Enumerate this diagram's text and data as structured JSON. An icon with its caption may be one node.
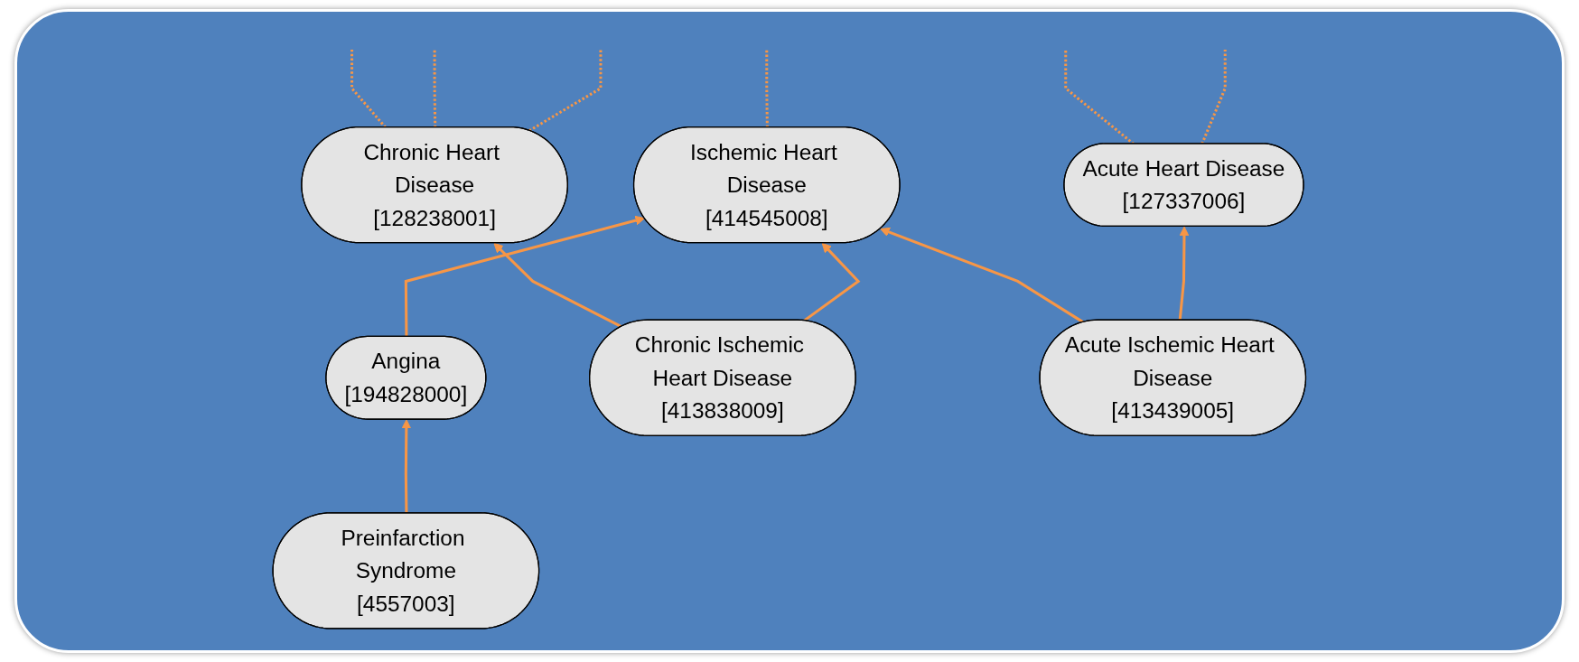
{
  "diagram": {
    "nodes": [
      {
        "text": [
          "Acute Heart Disease",
          "[127337006]"
        ]
      },
      {
        "text": [
          "Ischemic Heart Disease",
          "[414545008]"
        ]
      },
      {
        "text": [
          "Chronic Heart Disease",
          "[128238001]"
        ]
      },
      {
        "text": [
          "Angina",
          "[194828000]"
        ]
      },
      {
        "text": [
          "Chronic Ischemic Heart Disease",
          "[413838009]"
        ]
      },
      {
        "text": [
          "Acute Ischemic Heart Disease",
          "[413439005]"
        ]
      },
      {
        "text": [
          "Preinfarction Syndrome",
          "[4557003]"
        ]
      }
    ],
    "edges": [
      {
        "from": null,
        "to": 0,
        "arrow": "none",
        "style": "dashed"
      },
      {
        "from": null,
        "to": 0,
        "arrow": "none",
        "style": "dashed"
      },
      {
        "from": null,
        "to": 1,
        "arrow": "none",
        "style": "dashed"
      },
      {
        "from": null,
        "to": 2,
        "arrow": "none",
        "style": "dashed"
      },
      {
        "from": null,
        "to": 2,
        "arrow": "none",
        "style": "dashed"
      },
      {
        "from": null,
        "to": 2,
        "arrow": "none",
        "style": "dashed"
      },
      {
        "from": 5,
        "to": 0,
        "arrow": "to"
      },
      {
        "from": 5,
        "to": 1,
        "arrow": "to"
      },
      {
        "from": 3,
        "to": 1,
        "arrow": "to"
      },
      {
        "from": 4,
        "to": 1,
        "arrow": "to"
      },
      {
        "from": 4,
        "to": 2,
        "arrow": "to"
      },
      {
        "from": 6,
        "to": 3,
        "arrow": "to"
      }
    ]
  }
}
